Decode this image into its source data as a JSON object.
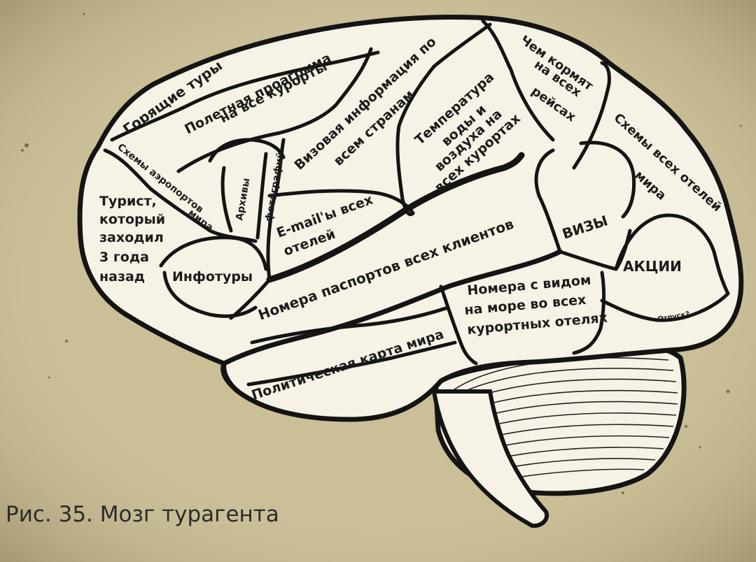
{
  "paper_color": "#cbbf98",
  "brain_fill": "#f6f3e6",
  "outline_color": "#141414",
  "regions": {
    "hot_tours": "Горящие туры",
    "flight_program": [
      "Полетная проагрмма",
      "на все курорты"
    ],
    "visa_info": [
      "Визовая информация по",
      "всем странам"
    ],
    "what_fed": [
      "Чем кормят",
      "на всех",
      "рейсах"
    ],
    "airport_schemes": [
      "Схемы аэропортов",
      "мира"
    ],
    "archives": "Архивы",
    "photos": "фотографий",
    "water_temp": [
      "Температура",
      "воды и",
      "воздуха на",
      "всех курортах"
    ],
    "hotel_schemes": [
      "Схемы всех отелей",
      "мира"
    ],
    "tourist": [
      "Турист,",
      "который",
      "заходил",
      "3 года",
      "назад"
    ],
    "emails": [
      "E-mail'ы всех",
      "отелей"
    ],
    "visas": "ВИЗЫ",
    "infotours": "Инфотуры",
    "passports": [
      "Номера паспортов всех клиентов"
    ],
    "promos": "АКЦИИ",
    "vacation": "Отпуск?..",
    "sea_view": [
      "Номера с видом",
      "на море во всех",
      "курортных отелях"
    ],
    "political_map": "Политическая карта мира"
  },
  "caption": "Рис. 35. Мозг турагента"
}
